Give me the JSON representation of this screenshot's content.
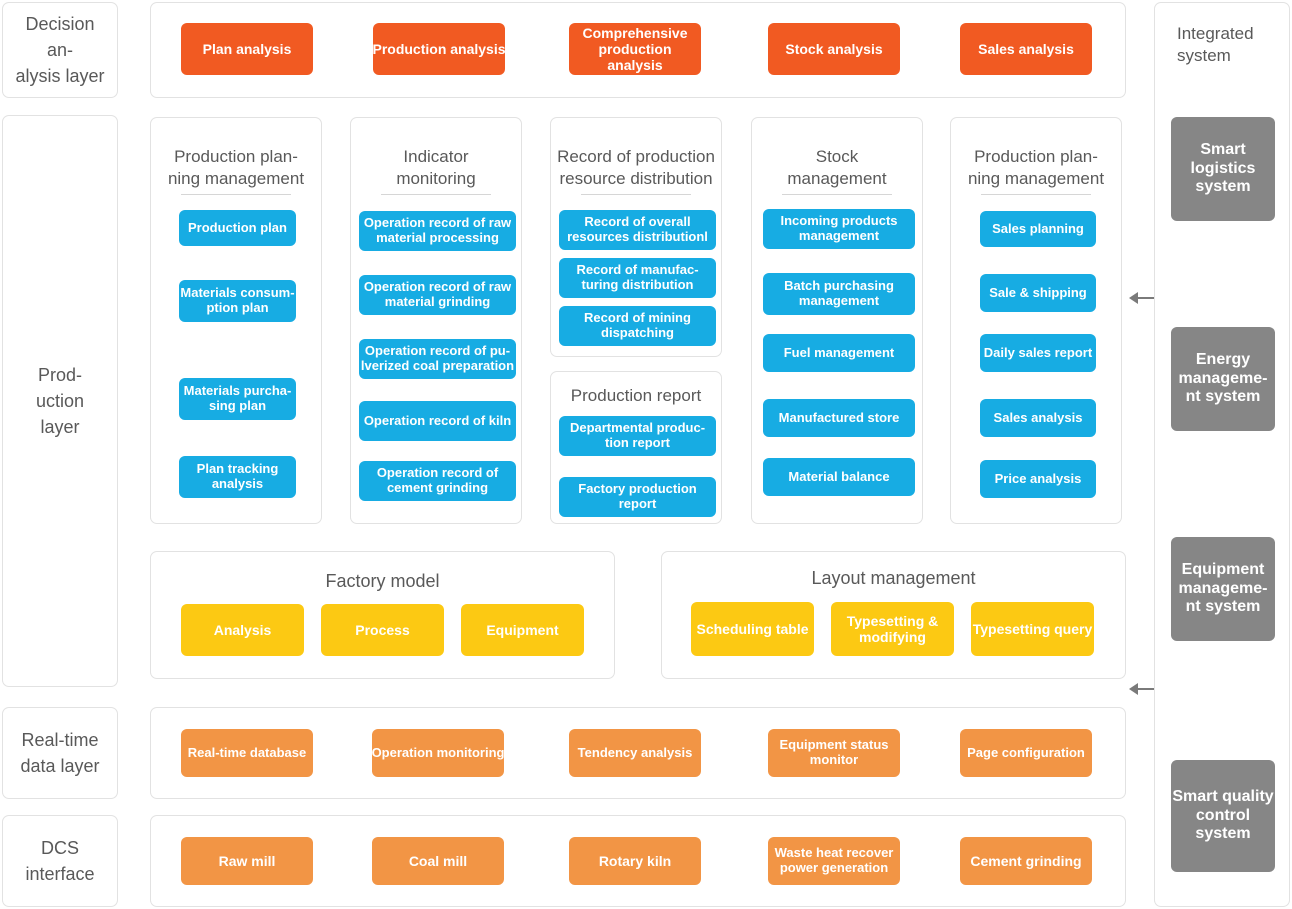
{
  "layers": {
    "decision": "Decision an-\nalysis  layer",
    "production": "Prod-\nuction\nlayer",
    "realtime": "Real-time\ndata layer",
    "dcs": "DCS\ninterface"
  },
  "decision_analysis": {
    "buttons": [
      "Plan analysis",
      "Production analysis",
      "Comprehensive production analysis",
      "Stock analysis",
      "Sales analysis"
    ]
  },
  "production_columns": [
    {
      "title": "Production plan-\nning management",
      "buttons": [
        "Production plan",
        "Materials consum-\nption plan",
        "Materials purcha-\nsing plan",
        "Plan tracking\nanalysis"
      ]
    },
    {
      "title": "Indicator\nmonitoring",
      "buttons": [
        "Operation record of raw material processing",
        "Operation record of raw material grinding",
        "Operation record of pu-lverized coal preparation",
        "Operation record\nof kiln",
        "Operation record of\ncement grinding"
      ]
    },
    {
      "title": "Record of production\nresource distribution",
      "buttons": [
        "Record of overall\nresources distributionl",
        "Record of manufac-\nturing distribution",
        "Record of mining\ndispatching"
      ]
    },
    {
      "title": "Stock\nmanagement",
      "buttons": [
        "Incoming products\nmanagement",
        "Batch purchasing\nmanagement",
        "Fuel management",
        "Manufactured store",
        "Material balance"
      ]
    },
    {
      "title": "Production plan-\nning management",
      "buttons": [
        "Sales planning",
        "Sale & shipping",
        "Daily sales report",
        "Sales analysis",
        "Price analysis"
      ]
    }
  ],
  "production_report": {
    "title": "Production report",
    "buttons": [
      "Departmental produc-\ntion report",
      "Factory production\nreport"
    ]
  },
  "factory_model": {
    "title": "Factory model",
    "buttons": [
      "Analysis",
      "Process",
      "Equipment"
    ]
  },
  "layout_management": {
    "title": "Layout management",
    "buttons": [
      "Scheduling table",
      "Typesetting &\nmodifying",
      "Typesetting query"
    ]
  },
  "realtime_data": {
    "buttons": [
      "Real-time database",
      "Operation monitoring",
      "Tendency analysis",
      "Equipment status\nmonitor",
      "Page configuration"
    ]
  },
  "dcs_interface": {
    "buttons": [
      "Raw mill",
      "Coal mill",
      "Rotary kiln",
      "Waste heat recover\npower generation",
      "Cement grinding"
    ]
  },
  "integrated_system": {
    "title": "Integrated\nsystem",
    "buttons": [
      "Smart\nlogistics\nsystem",
      "Energy\nmanageme-\nnt system",
      "Equipment\nmanageme-\nnt system",
      "Smart\nquality\ncontrol\nsystem"
    ]
  },
  "colors": {
    "orange": "#f15a22",
    "orange_light": "#f29545",
    "blue": "#17ace3",
    "yellow": "#fcc913",
    "gray": "#868686",
    "text_gray": "#595959",
    "border": "#e2e2e2"
  }
}
